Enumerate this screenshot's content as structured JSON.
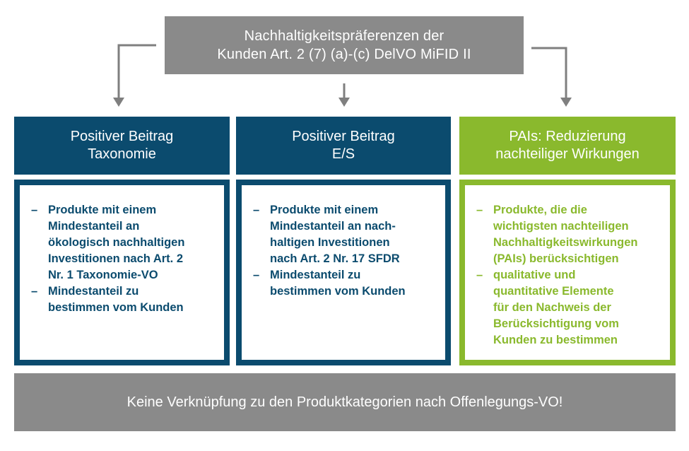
{
  "top": {
    "line1": "Nachhaltigkeitspräferenzen der",
    "line2": "Kunden Art. 2 (7) (a)-(c) DelVO MiFID II"
  },
  "columns": [
    {
      "header": [
        "Positiver Beitrag",
        "Taxonomie"
      ],
      "items": [
        [
          "Produkte mit einem",
          "Mindestanteil an",
          "ökologisch nachhaltigen",
          "Investitionen nach Art. 2",
          "Nr. 1 Taxonomie-VO"
        ],
        [
          "Mindestanteil zu",
          "bestimmen vom Kunden"
        ]
      ]
    },
    {
      "header": [
        "Positiver Beitrag",
        "E/S"
      ],
      "items": [
        [
          "Produkte mit einem",
          "Mindestanteil an nach-",
          "haltigen Investitionen",
          "nach Art. 2 Nr. 17 SFDR"
        ],
        [
          "Mindestanteil zu",
          "bestimmen vom Kunden"
        ]
      ]
    },
    {
      "header": [
        "PAIs: Reduzierung",
        "nachteiliger Wirkungen"
      ],
      "items": [
        [
          "Produkte, die die",
          "wichtigsten nachteiligen",
          "Nachhaltigkeitswirkungen",
          "(PAIs) berücksichtigen"
        ],
        [
          "qualitative und",
          "quantitative Elemente",
          "für den Nachweis der",
          "Berücksichtigung vom",
          "Kunden zu bestimmen"
        ]
      ]
    }
  ],
  "bullet": "–",
  "bottom": "Keine Verknüpfung zu den Produktkategorien nach Offenlegungs-VO!",
  "colors": {
    "gray": "#8a8a8a",
    "blue": "#0b4b6e",
    "green": "#8ab92d",
    "arrow": "#7f7f7f"
  }
}
